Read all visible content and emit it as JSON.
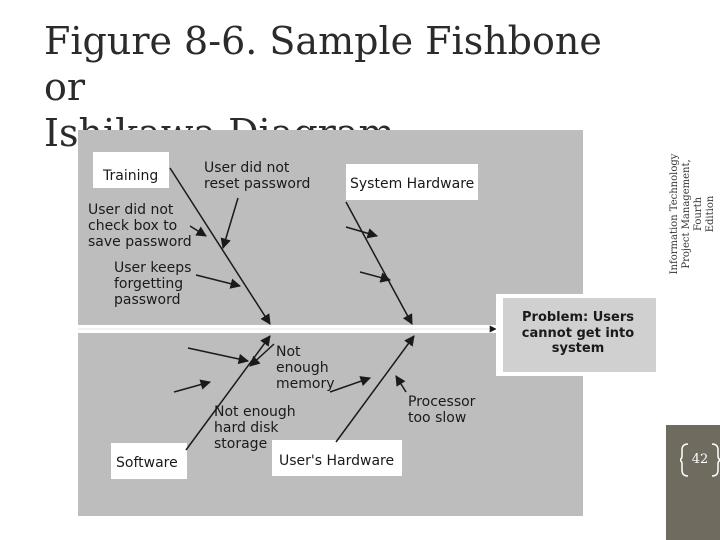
{
  "slide": {
    "title_line1": "Figure 8-6. Sample Fishbone or",
    "title_line2": "Ishikawa Diagram",
    "side_text_lines": [
      "Information Technology",
      "Project Management, Fourth",
      "Edition"
    ],
    "page_number": "42"
  },
  "diagram": {
    "categories": {
      "training": "Training",
      "system_hardware": "System Hardware",
      "software": "Software",
      "users_hardware": "User's Hardware"
    },
    "causes": {
      "did_not_reset": [
        "User did not",
        "reset password"
      ],
      "did_not_check": [
        "User did not",
        "check box to",
        "save password"
      ],
      "keeps_forgetting": [
        "User keeps",
        "forgetting",
        "password"
      ],
      "not_enough_memory": [
        "Not",
        "enough",
        "memory"
      ],
      "not_enough_disk": [
        "Not enough",
        "hard disk",
        "storage"
      ],
      "processor_slow": [
        "Processor",
        "too slow"
      ]
    },
    "problem": [
      "Problem: Users",
      "cannot get into",
      "system"
    ]
  }
}
